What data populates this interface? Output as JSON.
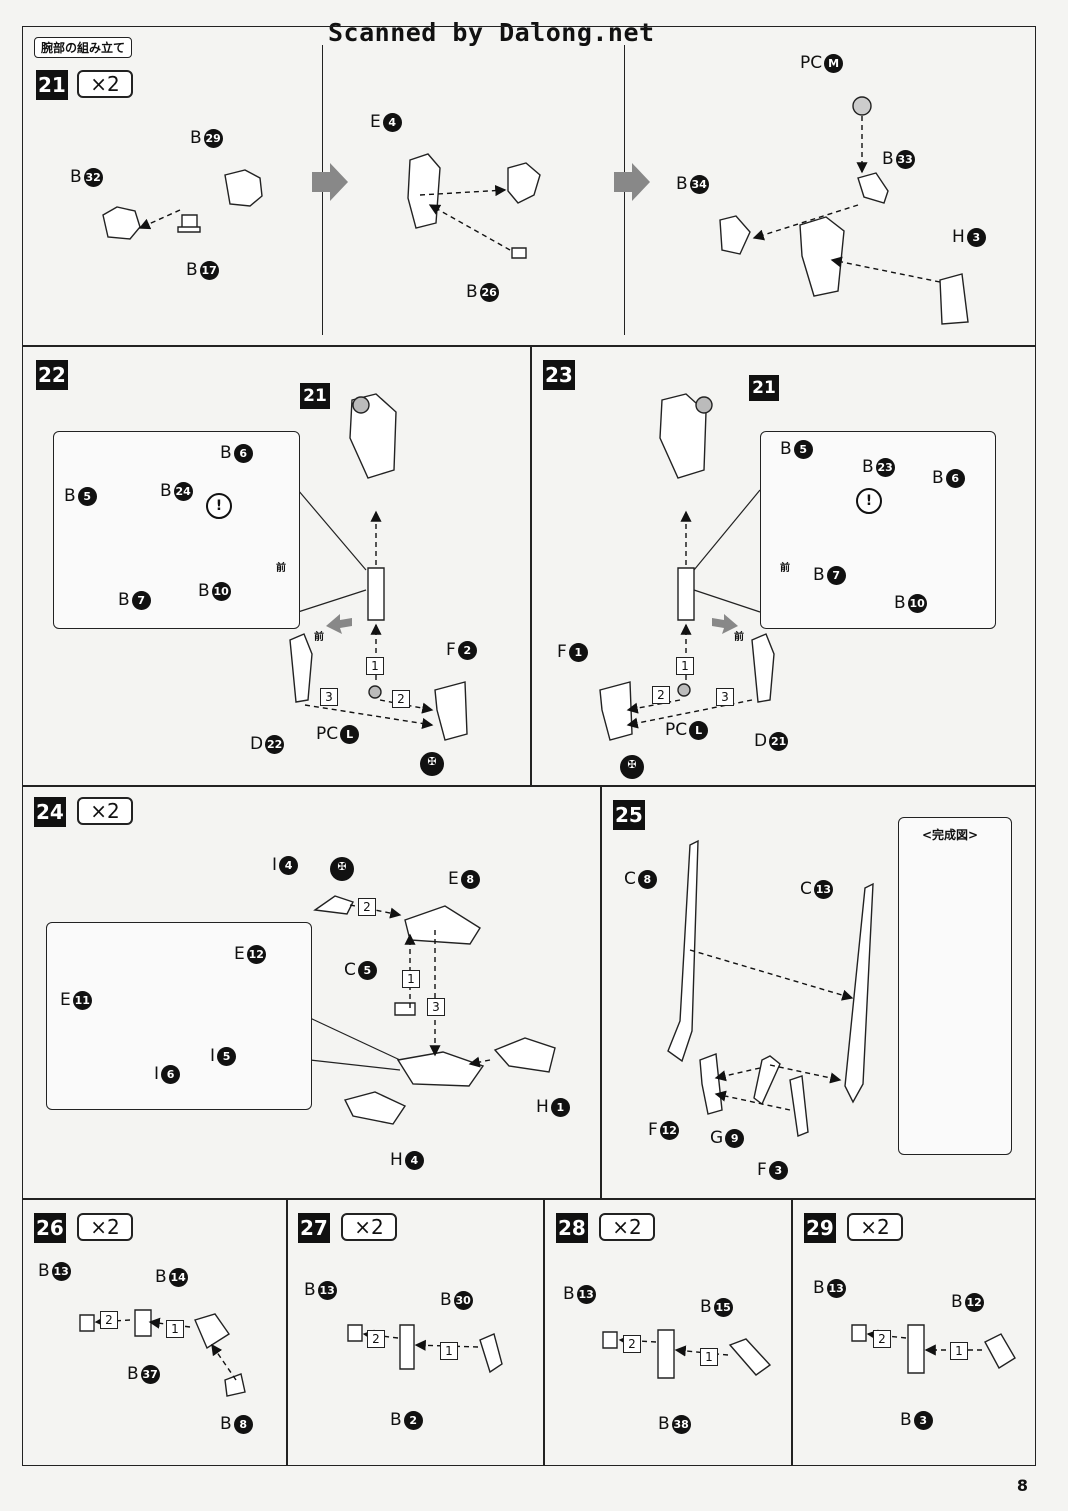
{
  "watermark": "Scanned by Dalong.net",
  "section_title": "腕部の組み立て",
  "multiplier": "×2",
  "front": "前",
  "caution": "!",
  "seq": [
    "1",
    "2",
    "3"
  ],
  "completed_caption": "<完成図>",
  "page_number": "8",
  "steps": {
    "s21": {
      "number": "21",
      "labels": [
        {
          "prefix": "B",
          "num": "29"
        },
        {
          "prefix": "B",
          "num": "32"
        },
        {
          "prefix": "B",
          "num": "17"
        },
        {
          "prefix": "E",
          "num": "4"
        },
        {
          "prefix": "B",
          "num": "26"
        },
        {
          "prefix": "PC",
          "num": "M"
        },
        {
          "prefix": "B",
          "num": "33"
        },
        {
          "prefix": "B",
          "num": "34"
        },
        {
          "prefix": "H",
          "num": "3"
        }
      ]
    },
    "s22": {
      "number": "22",
      "ref": "21",
      "labels": [
        {
          "prefix": "B",
          "num": "6"
        },
        {
          "prefix": "B",
          "num": "5"
        },
        {
          "prefix": "B",
          "num": "24"
        },
        {
          "prefix": "B",
          "num": "7"
        },
        {
          "prefix": "B",
          "num": "10"
        },
        {
          "prefix": "F",
          "num": "2"
        },
        {
          "prefix": "D",
          "num": "22"
        },
        {
          "prefix": "PC",
          "num": "L"
        }
      ]
    },
    "s23": {
      "number": "23",
      "ref": "21",
      "labels": [
        {
          "prefix": "B",
          "num": "5"
        },
        {
          "prefix": "B",
          "num": "23"
        },
        {
          "prefix": "B",
          "num": "6"
        },
        {
          "prefix": "B",
          "num": "7"
        },
        {
          "prefix": "B",
          "num": "10"
        },
        {
          "prefix": "F",
          "num": "1"
        },
        {
          "prefix": "PC",
          "num": "L"
        },
        {
          "prefix": "D",
          "num": "21"
        }
      ]
    },
    "s24": {
      "number": "24",
      "labels": [
        {
          "prefix": "I",
          "num": "4"
        },
        {
          "prefix": "E",
          "num": "8"
        },
        {
          "prefix": "E",
          "num": "12"
        },
        {
          "prefix": "E",
          "num": "11"
        },
        {
          "prefix": "C",
          "num": "5"
        },
        {
          "prefix": "I",
          "num": "6"
        },
        {
          "prefix": "I",
          "num": "5"
        },
        {
          "prefix": "H",
          "num": "1"
        },
        {
          "prefix": "H",
          "num": "4"
        }
      ]
    },
    "s25": {
      "number": "25",
      "labels": [
        {
          "prefix": "C",
          "num": "8"
        },
        {
          "prefix": "C",
          "num": "13"
        },
        {
          "prefix": "F",
          "num": "12"
        },
        {
          "prefix": "G",
          "num": "9"
        },
        {
          "prefix": "F",
          "num": "3"
        }
      ]
    },
    "s26": {
      "number": "26",
      "labels": [
        {
          "prefix": "B",
          "num": "13"
        },
        {
          "prefix": "B",
          "num": "14"
        },
        {
          "prefix": "B",
          "num": "37"
        },
        {
          "prefix": "B",
          "num": "8"
        }
      ]
    },
    "s27": {
      "number": "27",
      "labels": [
        {
          "prefix": "B",
          "num": "13"
        },
        {
          "prefix": "B",
          "num": "30"
        },
        {
          "prefix": "B",
          "num": "2"
        }
      ]
    },
    "s28": {
      "number": "28",
      "labels": [
        {
          "prefix": "B",
          "num": "13"
        },
        {
          "prefix": "B",
          "num": "15"
        },
        {
          "prefix": "B",
          "num": "38"
        }
      ]
    },
    "s29": {
      "number": "29",
      "labels": [
        {
          "prefix": "B",
          "num": "13"
        },
        {
          "prefix": "B",
          "num": "12"
        },
        {
          "prefix": "B",
          "num": "3"
        }
      ]
    }
  }
}
